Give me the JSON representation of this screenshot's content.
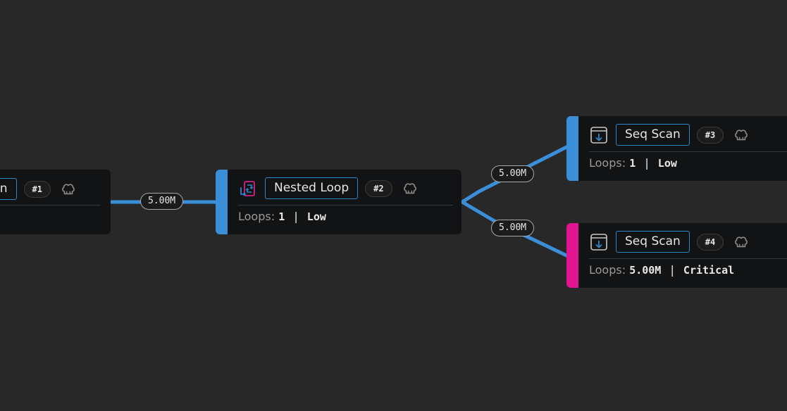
{
  "colors": {
    "background": "#282828",
    "edge": "#3a8fd8",
    "node_bg": "#121314",
    "low_accent": "#3a8fd8",
    "critical_accent": "#e0158f"
  },
  "edges": {
    "e1": {
      "label": "5.00M"
    },
    "e2": {
      "label": "5.00M"
    },
    "e3": {
      "label": "5.00M"
    }
  },
  "nodes": {
    "n1": {
      "label": "n",
      "id_badge": "#1",
      "icon": "database-icon"
    },
    "n2": {
      "label": "Nested Loop",
      "id_badge": "#2",
      "icon": "nested-loop-icon",
      "stats_label": "Loops:",
      "loops": "1",
      "separator": "|",
      "severity": "Low",
      "accent": "#3a8fd8"
    },
    "n3": {
      "label": "Seq Scan",
      "id_badge": "#3",
      "icon": "seq-scan-icon",
      "stats_label": "Loops:",
      "loops": "1",
      "separator": "|",
      "severity": "Low",
      "accent": "#3a8fd8"
    },
    "n4": {
      "label": "Seq Scan",
      "id_badge": "#4",
      "icon": "seq-scan-icon",
      "stats_label": "Loops:",
      "loops": "5.00M",
      "separator": "|",
      "severity": "Critical",
      "accent": "#e0158f"
    }
  }
}
